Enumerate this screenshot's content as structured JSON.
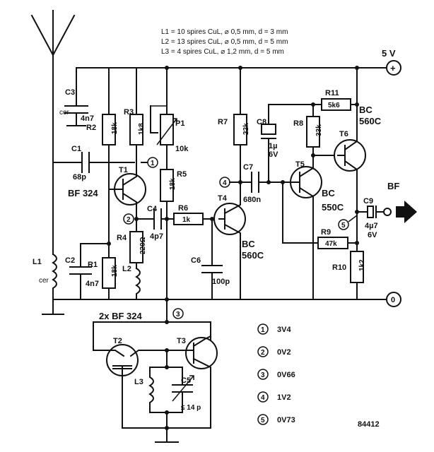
{
  "notes": [
    "L1 = 10 spires CuL, ⌀ 0,5 mm, d = 3 mm",
    "L2 = 13 spires CuL, ⌀ 0,5 mm, d = 5 mm",
    "L3 =  4 spires CuL, ⌀ 1,2 mm, d = 5 mm"
  ],
  "supply": {
    "plus": "5 V",
    "plus_sym": "+",
    "zero_sym": "0"
  },
  "output": {
    "label": "BF"
  },
  "resistors": {
    "R1": {
      "name": "R1",
      "value": "18k"
    },
    "R2": {
      "name": "R2",
      "value": "18k"
    },
    "R3": {
      "name": "R3",
      "value": "1k8"
    },
    "R4": {
      "name": "R4",
      "value": "220Ω"
    },
    "R5": {
      "name": "R5",
      "value": "18k"
    },
    "R6": {
      "name": "R6",
      "value": "1k"
    },
    "R7": {
      "name": "R7",
      "value": "22k"
    },
    "R8": {
      "name": "R8",
      "value": "33k"
    },
    "R9": {
      "name": "R9",
      "value": "47k"
    },
    "R10": {
      "name": "R10",
      "value": "1k2"
    },
    "R11": {
      "name": "R11",
      "value": "5k6"
    },
    "P1": {
      "name": "P1",
      "value": "10k"
    }
  },
  "capacitors": {
    "C1": {
      "name": "C1",
      "value": "68p"
    },
    "C2": {
      "name": "C2",
      "value": "4n7",
      "type": "cer"
    },
    "C3": {
      "name": "C3",
      "value": "4n7",
      "type": "cer"
    },
    "C4": {
      "name": "C4",
      "value": "4p7"
    },
    "C5": {
      "name": "C5",
      "value": "≤ 14 p"
    },
    "C6": {
      "name": "C6",
      "value": "100p"
    },
    "C7": {
      "name": "C7",
      "value": "680n"
    },
    "C8": {
      "name": "C8",
      "value": "1µ",
      "voltage": "6V"
    },
    "C9": {
      "name": "C9",
      "value": "4µ7",
      "voltage": "6V"
    }
  },
  "coils": {
    "L1": "L1",
    "L2": "L2",
    "L3": "L3"
  },
  "transistors": {
    "T1": {
      "name": "T1",
      "type": "BF 324"
    },
    "T4": {
      "name": "T4",
      "type1": "BC",
      "type2": "560C"
    },
    "T5": {
      "name": "T5",
      "type1": "BC",
      "type2": "550C"
    },
    "T6": {
      "name": "T6",
      "type1": "BC",
      "type2": "560C"
    },
    "T2": {
      "name": "T2"
    },
    "T3": {
      "name": "T3"
    },
    "pair_label": "2x  BF 324"
  },
  "test_points": [
    {
      "id": "1",
      "value": "3V4"
    },
    {
      "id": "2",
      "value": "0V2"
    },
    {
      "id": "3",
      "value": "0V66"
    },
    {
      "id": "4",
      "value": "1V2"
    },
    {
      "id": "5",
      "value": "0V73"
    }
  ],
  "drawing_number": "84412"
}
